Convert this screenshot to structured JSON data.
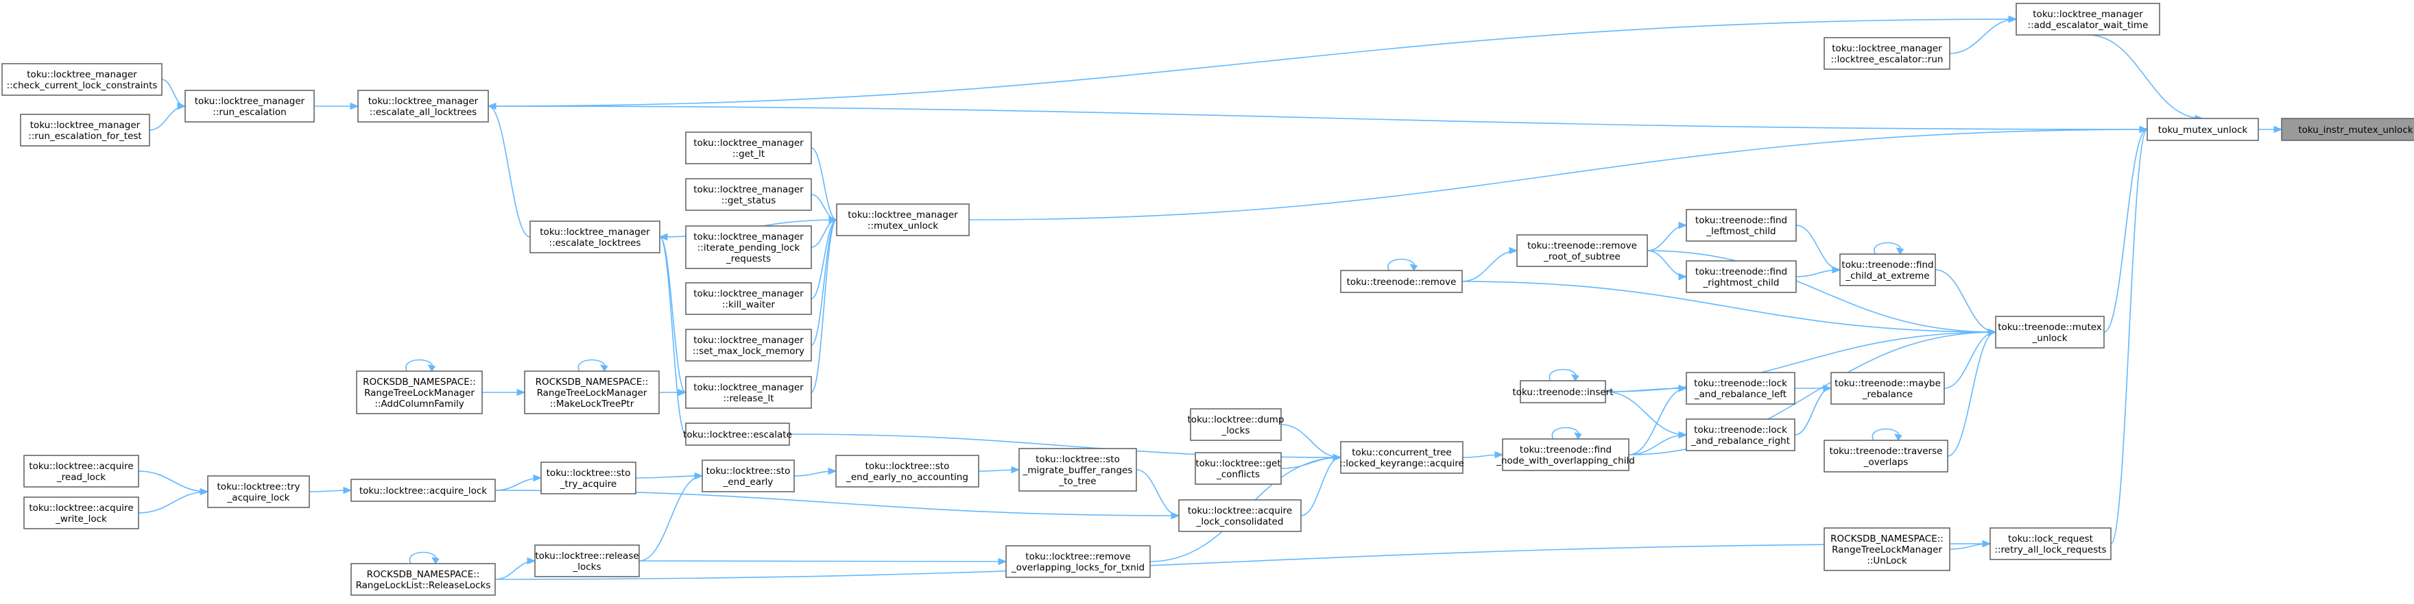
{
  "title": "",
  "colors": {
    "edge": "#63b8ff",
    "node_border": "#666666",
    "root_fill": "#9a9a9a",
    "node_fill": "#ffffff"
  },
  "nodes": [
    {
      "id": "n1",
      "lines": [
        "toku_instr_mutex_unlock"
      ],
      "root": true
    },
    {
      "id": "n2",
      "lines": [
        "toku_mutex_unlock"
      ]
    },
    {
      "id": "n3",
      "lines": [
        "toku::locktree_manager",
        "::add_escalator_wait_time"
      ]
    },
    {
      "id": "n4",
      "lines": [
        "toku::locktree_manager",
        "::locktree_escalator::run"
      ]
    },
    {
      "id": "n5",
      "lines": [
        "toku::locktree_manager",
        "::escalate_all_locktrees"
      ]
    },
    {
      "id": "n6",
      "lines": [
        "toku::locktree_manager",
        "::run_escalation"
      ]
    },
    {
      "id": "n7",
      "lines": [
        "toku::locktree_manager",
        "::check_current_lock_constraints"
      ]
    },
    {
      "id": "n8",
      "lines": [
        "toku::locktree_manager",
        "::run_escalation_for_test"
      ]
    },
    {
      "id": "n9",
      "lines": [
        "toku::locktree_manager",
        "::escalate_locktrees"
      ]
    },
    {
      "id": "n10",
      "lines": [
        "toku::locktree_manager",
        "::mutex_unlock"
      ]
    },
    {
      "id": "n11",
      "lines": [
        "toku::locktree_manager",
        "::get_lt"
      ]
    },
    {
      "id": "n12",
      "lines": [
        "toku::locktree_manager",
        "::get_status"
      ]
    },
    {
      "id": "n13",
      "lines": [
        "toku::locktree_manager",
        "::iterate_pending_lock",
        "_requests"
      ]
    },
    {
      "id": "n14",
      "lines": [
        "toku::locktree_manager",
        "::kill_waiter"
      ]
    },
    {
      "id": "n15",
      "lines": [
        "toku::locktree_manager",
        "::set_max_lock_memory"
      ]
    },
    {
      "id": "n16",
      "lines": [
        "toku::locktree_manager",
        "::release_lt"
      ]
    },
    {
      "id": "n17",
      "lines": [
        "ROCKSDB_NAMESPACE::",
        "RangeTreeLockManager",
        "::AddColumnFamily"
      ]
    },
    {
      "id": "n18",
      "lines": [
        "ROCKSDB_NAMESPACE::",
        "RangeTreeLockManager",
        "::MakeLockTreePtr"
      ]
    },
    {
      "id": "n19",
      "lines": [
        "toku::locktree::escalate"
      ]
    },
    {
      "id": "n20",
      "lines": [
        "toku::concurrent_tree",
        "::locked_keyrange::acquire"
      ]
    },
    {
      "id": "n21",
      "lines": [
        "toku::locktree::dump",
        "_locks"
      ]
    },
    {
      "id": "n22",
      "lines": [
        "toku::locktree::get",
        "_conflicts"
      ]
    },
    {
      "id": "n23",
      "lines": [
        "toku::locktree::acquire",
        "_lock_consolidated"
      ]
    },
    {
      "id": "n24",
      "lines": [
        "toku::locktree::sto",
        "_migrate_buffer_ranges",
        "_to_tree"
      ]
    },
    {
      "id": "n25",
      "lines": [
        "toku::locktree::sto",
        "_end_early_no_accounting"
      ]
    },
    {
      "id": "n26",
      "lines": [
        "toku::locktree::sto",
        "_end_early"
      ]
    },
    {
      "id": "n27",
      "lines": [
        "toku::locktree::sto",
        "_try_acquire"
      ]
    },
    {
      "id": "n28",
      "lines": [
        "toku::locktree::acquire_lock"
      ]
    },
    {
      "id": "n29",
      "lines": [
        "toku::locktree::try",
        "_acquire_lock"
      ]
    },
    {
      "id": "n30",
      "lines": [
        "toku::locktree::acquire",
        "_read_lock"
      ]
    },
    {
      "id": "n31",
      "lines": [
        "toku::locktree::acquire",
        "_write_lock"
      ]
    },
    {
      "id": "n32",
      "lines": [
        "toku::locktree::release",
        "_locks"
      ]
    },
    {
      "id": "n33",
      "lines": [
        "ROCKSDB_NAMESPACE::",
        "RangeLockList::ReleaseLocks"
      ]
    },
    {
      "id": "n34",
      "lines": [
        "toku::locktree::remove",
        "_overlapping_locks_for_txnid"
      ]
    },
    {
      "id": "n35",
      "lines": [
        "toku::treenode::remove"
      ]
    },
    {
      "id": "n36",
      "lines": [
        "toku::treenode::remove",
        "_root_of_subtree"
      ]
    },
    {
      "id": "n37",
      "lines": [
        "toku::treenode::find",
        "_leftmost_child"
      ]
    },
    {
      "id": "n38",
      "lines": [
        "toku::treenode::find",
        "_rightmost_child"
      ]
    },
    {
      "id": "n39",
      "lines": [
        "toku::treenode::find",
        "_child_at_extreme"
      ]
    },
    {
      "id": "n40",
      "lines": [
        "toku::treenode::mutex",
        "_unlock"
      ]
    },
    {
      "id": "n41",
      "lines": [
        "toku::treenode::insert"
      ]
    },
    {
      "id": "n42",
      "lines": [
        "toku::treenode::lock",
        "_and_rebalance_left"
      ]
    },
    {
      "id": "n43",
      "lines": [
        "toku::treenode::lock",
        "_and_rebalance_right"
      ]
    },
    {
      "id": "n44",
      "lines": [
        "toku::treenode::maybe",
        "_rebalance"
      ]
    },
    {
      "id": "n45",
      "lines": [
        "toku::treenode::find",
        "_node_with_overlapping_child"
      ]
    },
    {
      "id": "n46",
      "lines": [
        "toku::treenode::traverse",
        "_overlaps"
      ]
    },
    {
      "id": "n47",
      "lines": [
        "ROCKSDB_NAMESPACE::",
        "RangeTreeLockManager",
        "::UnLock"
      ]
    },
    {
      "id": "n48",
      "lines": [
        "toku::lock_request",
        "::retry_all_lock_requests"
      ]
    }
  ]
}
